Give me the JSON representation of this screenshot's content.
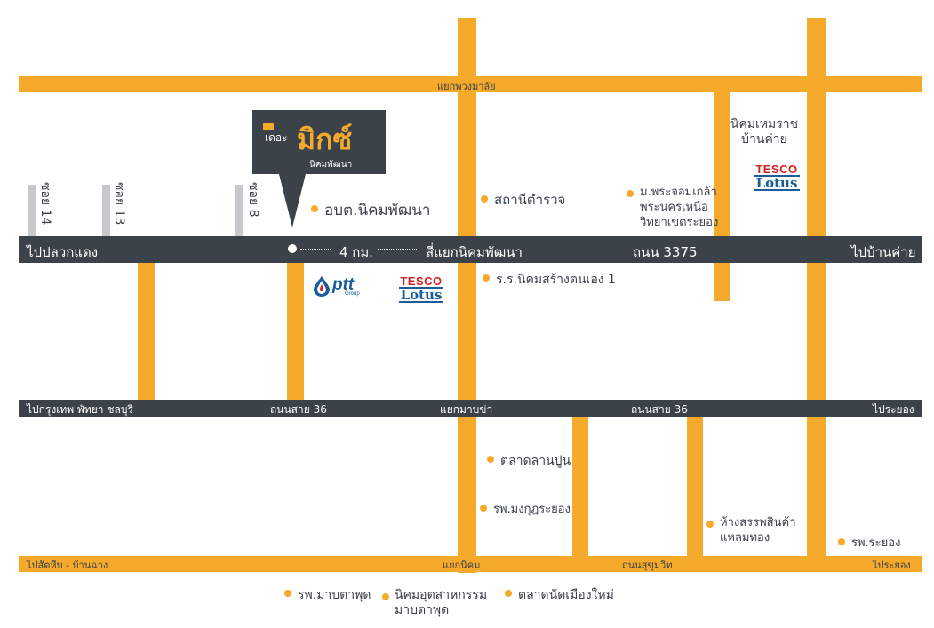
{
  "roads": {
    "top": "แยกพวงมาลัย",
    "main_left": "ไปปลวกแดง",
    "main_mid": "สี่แยกนิคมพัฒนา",
    "main_road": "ถนน 3375",
    "main_right": "ไปบ้านค่าย",
    "distance": "4 กม.",
    "r36_left": "ไปกรุงเทพ พัทยา ชลบุรี",
    "r36_mid1": "ถนนสาย 36",
    "r36_mid2": "แยกมาบข่า",
    "r36_mid3": "ถนนสาย 36",
    "r36_right": "ไประยอง",
    "bottom_left": "ไปสัตหีบ - บ้านฉาง",
    "bottom_mid1": "แยกนิคม",
    "bottom_mid2": "ถนนสุขุมวิท",
    "bottom_right": "ไประยอง"
  },
  "sois": [
    "ซอย 14",
    "ซอย 13",
    "ซอย 8"
  ],
  "logo": {
    "prefix": "เดอะ",
    "main": "มิกซ์",
    "sub": "นิคมพัฒนา"
  },
  "poi": {
    "nikom_hemrat": "นิคมเหมราช\nบ้านค่าย",
    "obt": "อบต.นิคมพัฒนา",
    "police": "สถานีตำรวจ",
    "university": "ม.พระจอมเกล้า\nพระนครเหนือ\nวิทยาเขตระยอง",
    "school": "ร.ร.นิคมสร้างตนเอง 1",
    "market_lanpun": "ตลาดลานปูน",
    "hosp_mongkut": "รพ.มงกุฎระยอง",
    "laemthong": "ห้างสรรพสินค้า\nแหลมทอง",
    "hosp_rayong": "รพ.ระยอง",
    "hosp_maptaphut": "รพ.มาบตาพุด",
    "industrial_estate": "นิคมอุตสาหกรรม\nมาบตาพุด",
    "market_new": "ตลาดนัดเมืองใหม่"
  },
  "brands": {
    "ptt": "ptt",
    "ptt_sub": "Group",
    "tesco": "TESCO",
    "lotus": "Lotus"
  },
  "colors": {
    "road": "#f6aa2c",
    "main_road": "#3b424a"
  }
}
